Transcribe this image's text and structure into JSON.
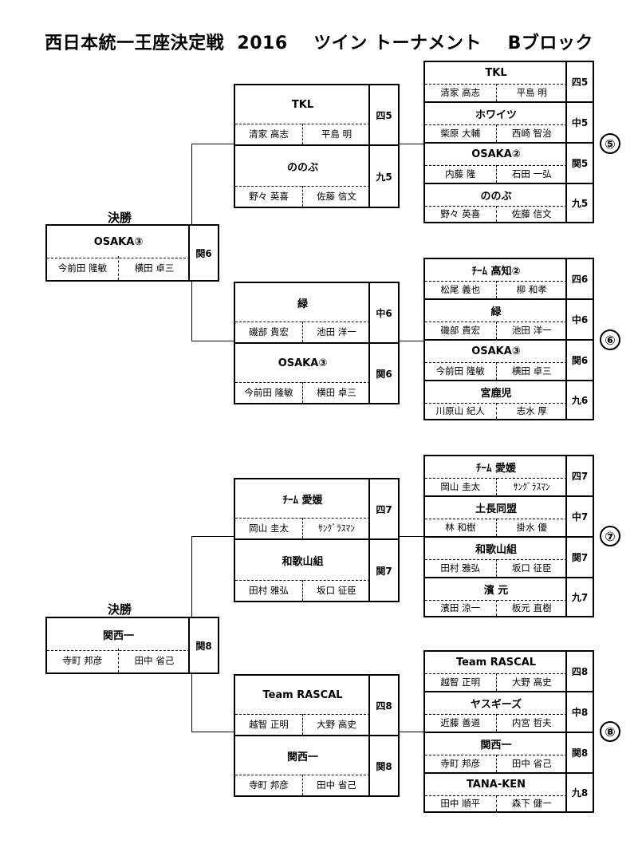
{
  "title": "西日本統一王座決定戦  2016    ツイン トーナメント    Bブロック",
  "final_label": "決勝",
  "finals": [
    {
      "team": "OSAKA③",
      "p1": "今前田 隆敏",
      "p2": "横田 卓三",
      "tag": "関6"
    },
    {
      "team": "関西一",
      "p1": "寺町 邦彦",
      "p2": "田中 省己",
      "tag": "関8"
    }
  ],
  "semis": [
    [
      {
        "team": "TKL",
        "p1": "清家 高志",
        "p2": "平島 明",
        "tag": "四5"
      },
      {
        "team": "ののぶ",
        "p1": "野々 英喜",
        "p2": "佐藤 信文",
        "tag": "九5"
      }
    ],
    [
      {
        "team": "緑",
        "p1": "磯部 貴宏",
        "p2": "池田 洋一",
        "tag": "中6"
      },
      {
        "team": "OSAKA③",
        "p1": "今前田 隆敏",
        "p2": "横田 卓三",
        "tag": "関6"
      }
    ],
    [
      {
        "team": "ﾁｰﾑ 愛媛",
        "p1": "岡山 圭太",
        "p2": "ｻﾝｸﾞﾗｽﾏﾝ",
        "tag": "四7"
      },
      {
        "team": "和歌山組",
        "p1": "田村 雅弘",
        "p2": "坂口 征臣",
        "tag": "関7"
      }
    ],
    [
      {
        "team": "Team RASCAL",
        "p1": "越智 正明",
        "p2": "大野 高史",
        "tag": "四8"
      },
      {
        "team": "関西一",
        "p1": "寺町 邦彦",
        "p2": "田中 省己",
        "tag": "関8"
      }
    ]
  ],
  "groups": [
    {
      "label": "⑤",
      "teams": [
        {
          "team": "TKL",
          "p1": "清家 高志",
          "p2": "平島 明",
          "tag": "四5"
        },
        {
          "team": "ホワイツ",
          "p1": "柴原 大輔",
          "p2": "西崎 智治",
          "tag": "中5"
        },
        {
          "team": "OSAKA②",
          "p1": "内藤 隆",
          "p2": "石田 一弘",
          "tag": "関5"
        },
        {
          "team": "ののぶ",
          "p1": "野々 英喜",
          "p2": "佐藤 信文",
          "tag": "九5"
        }
      ]
    },
    {
      "label": "⑥",
      "teams": [
        {
          "team": "ﾁｰﾑ 高知②",
          "p1": "松尾 義也",
          "p2": "柳 和孝",
          "tag": "四6"
        },
        {
          "team": "緑",
          "p1": "磯部 貴宏",
          "p2": "池田 洋一",
          "tag": "中6"
        },
        {
          "team": "OSAKA③",
          "p1": "今前田 隆敏",
          "p2": "横田 卓三",
          "tag": "関6"
        },
        {
          "team": "宮鹿児",
          "p1": "川原山 紀人",
          "p2": "志水 厚",
          "tag": "九6"
        }
      ]
    },
    {
      "label": "⑦",
      "teams": [
        {
          "team": "ﾁｰﾑ 愛媛",
          "p1": "岡山 圭太",
          "p2": "ｻﾝｸﾞﾗｽﾏﾝ",
          "tag": "四7"
        },
        {
          "team": "土長同盟",
          "p1": "林 和樹",
          "p2": "掛水 優",
          "tag": "中7"
        },
        {
          "team": "和歌山組",
          "p1": "田村 雅弘",
          "p2": "坂口 征臣",
          "tag": "関7"
        },
        {
          "team": "濱 元",
          "p1": "濱田 涼一",
          "p2": "板元 直樹",
          "tag": "九7"
        }
      ]
    },
    {
      "label": "⑧",
      "teams": [
        {
          "team": "Team RASCAL",
          "p1": "越智 正明",
          "p2": "大野 高史",
          "tag": "四8"
        },
        {
          "team": "ヤスギーズ",
          "p1": "近藤 善道",
          "p2": "内宮 哲夫",
          "tag": "中8"
        },
        {
          "team": "関西一",
          "p1": "寺町 邦彦",
          "p2": "田中 省己",
          "tag": "関8"
        },
        {
          "team": "TANA-KEN",
          "p1": "田中 順平",
          "p2": "森下 健一",
          "tag": "九8"
        }
      ]
    }
  ]
}
